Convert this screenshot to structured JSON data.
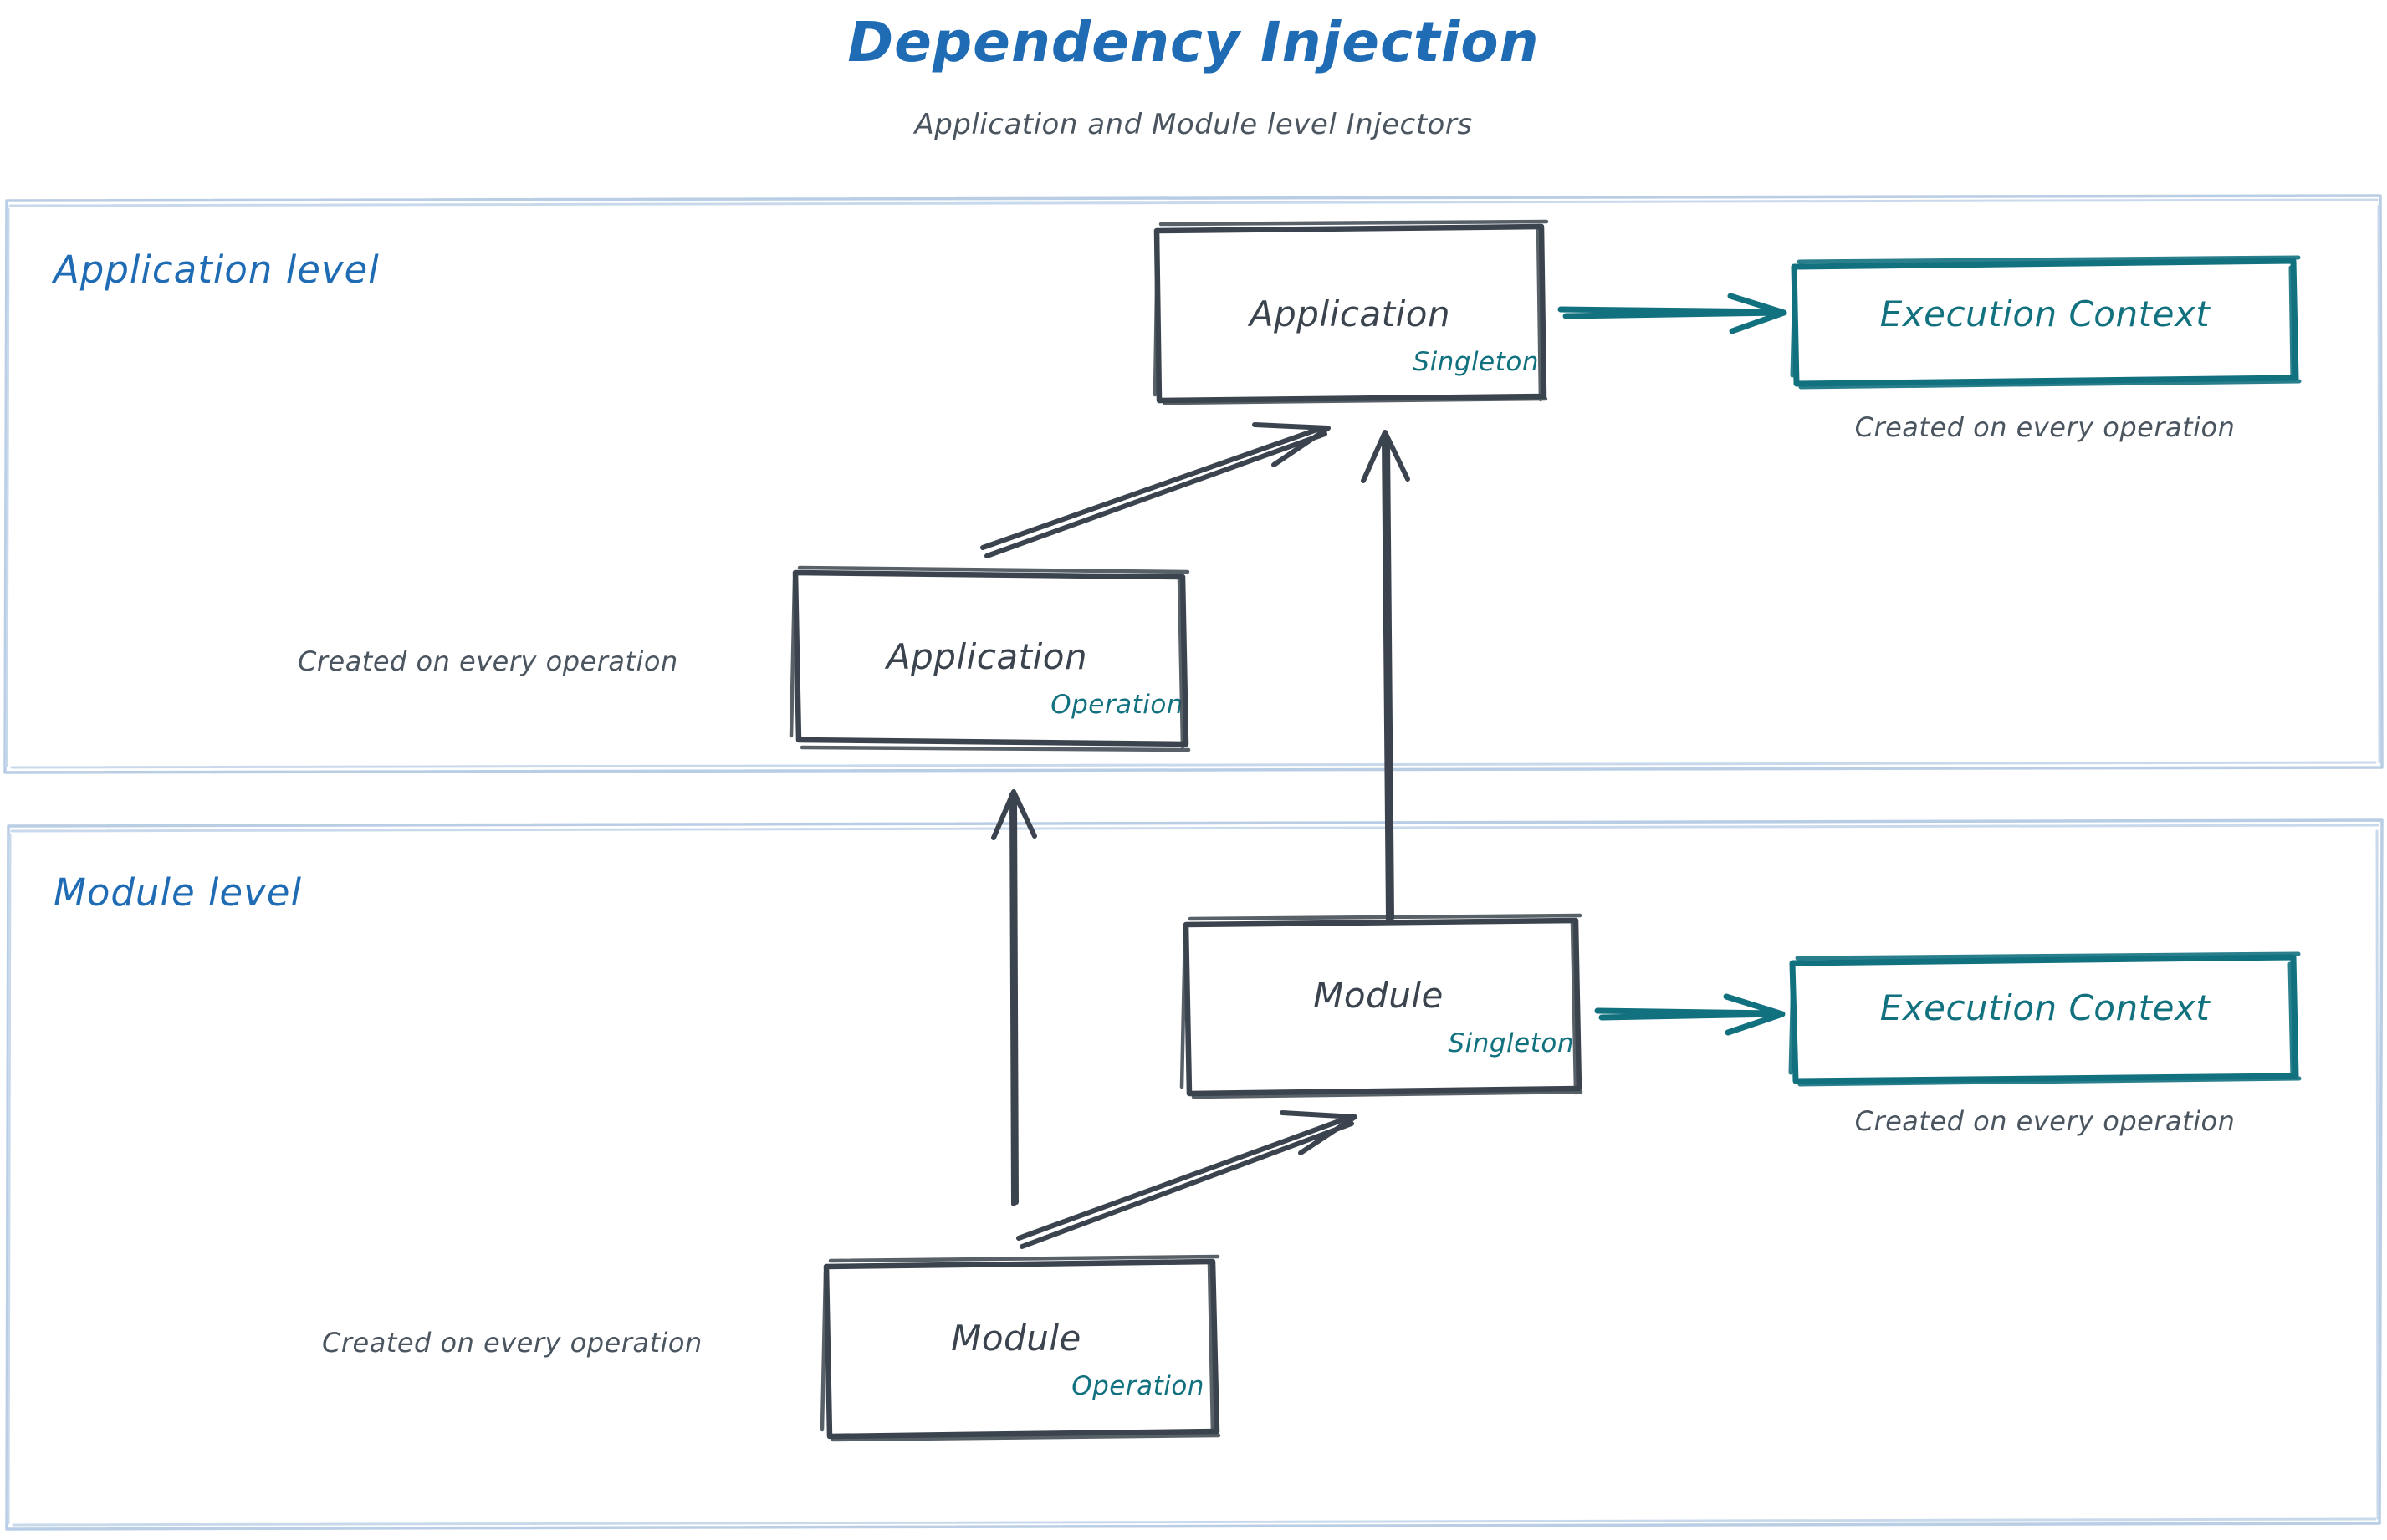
{
  "header": {
    "title": "Dependency Injection",
    "subtitle": "Application and Module level Injectors"
  },
  "colors": {
    "accent_blue": "#1f6cb5",
    "lane_border": "#b9cde4",
    "box_stroke": "#3b444e",
    "teal": "#12717f",
    "text_gray": "#4a5560",
    "background": "#ffffff"
  },
  "lanes": [
    {
      "id": "application-level",
      "label": "Application level",
      "nodes": [
        {
          "id": "application-singleton",
          "title": "Application",
          "scope": "Singleton"
        },
        {
          "id": "application-operation",
          "title": "Application",
          "scope": "Operation",
          "caption": "Created on every operation"
        },
        {
          "id": "application-execution-context",
          "title": "Execution Context",
          "caption": "Created on every operation"
        }
      ]
    },
    {
      "id": "module-level",
      "label": "Module level",
      "nodes": [
        {
          "id": "module-singleton",
          "title": "Module",
          "scope": "Singleton"
        },
        {
          "id": "module-operation",
          "title": "Module",
          "scope": "Operation",
          "caption": "Created on every operation"
        },
        {
          "id": "module-execution-context",
          "title": "Execution Context",
          "caption": "Created on every operation"
        }
      ]
    }
  ],
  "edges": [
    {
      "id": "app-singleton-to-app-context",
      "from": "application-singleton",
      "to": "application-execution-context",
      "style": "teal-arrow"
    },
    {
      "id": "app-operation-to-app-singleton",
      "from": "application-operation",
      "to": "application-singleton",
      "style": "dark-arrow"
    },
    {
      "id": "module-singleton-to-app-singleton",
      "from": "module-singleton",
      "to": "application-singleton",
      "style": "dark-arrow"
    },
    {
      "id": "module-singleton-to-module-context",
      "from": "module-singleton",
      "to": "module-execution-context",
      "style": "teal-arrow"
    },
    {
      "id": "module-operation-to-module-singleton",
      "from": "module-operation",
      "to": "module-singleton",
      "style": "dark-arrow"
    },
    {
      "id": "module-operation-to-app-operation",
      "from": "module-operation",
      "to": "application-operation",
      "style": "dark-arrow"
    }
  ]
}
